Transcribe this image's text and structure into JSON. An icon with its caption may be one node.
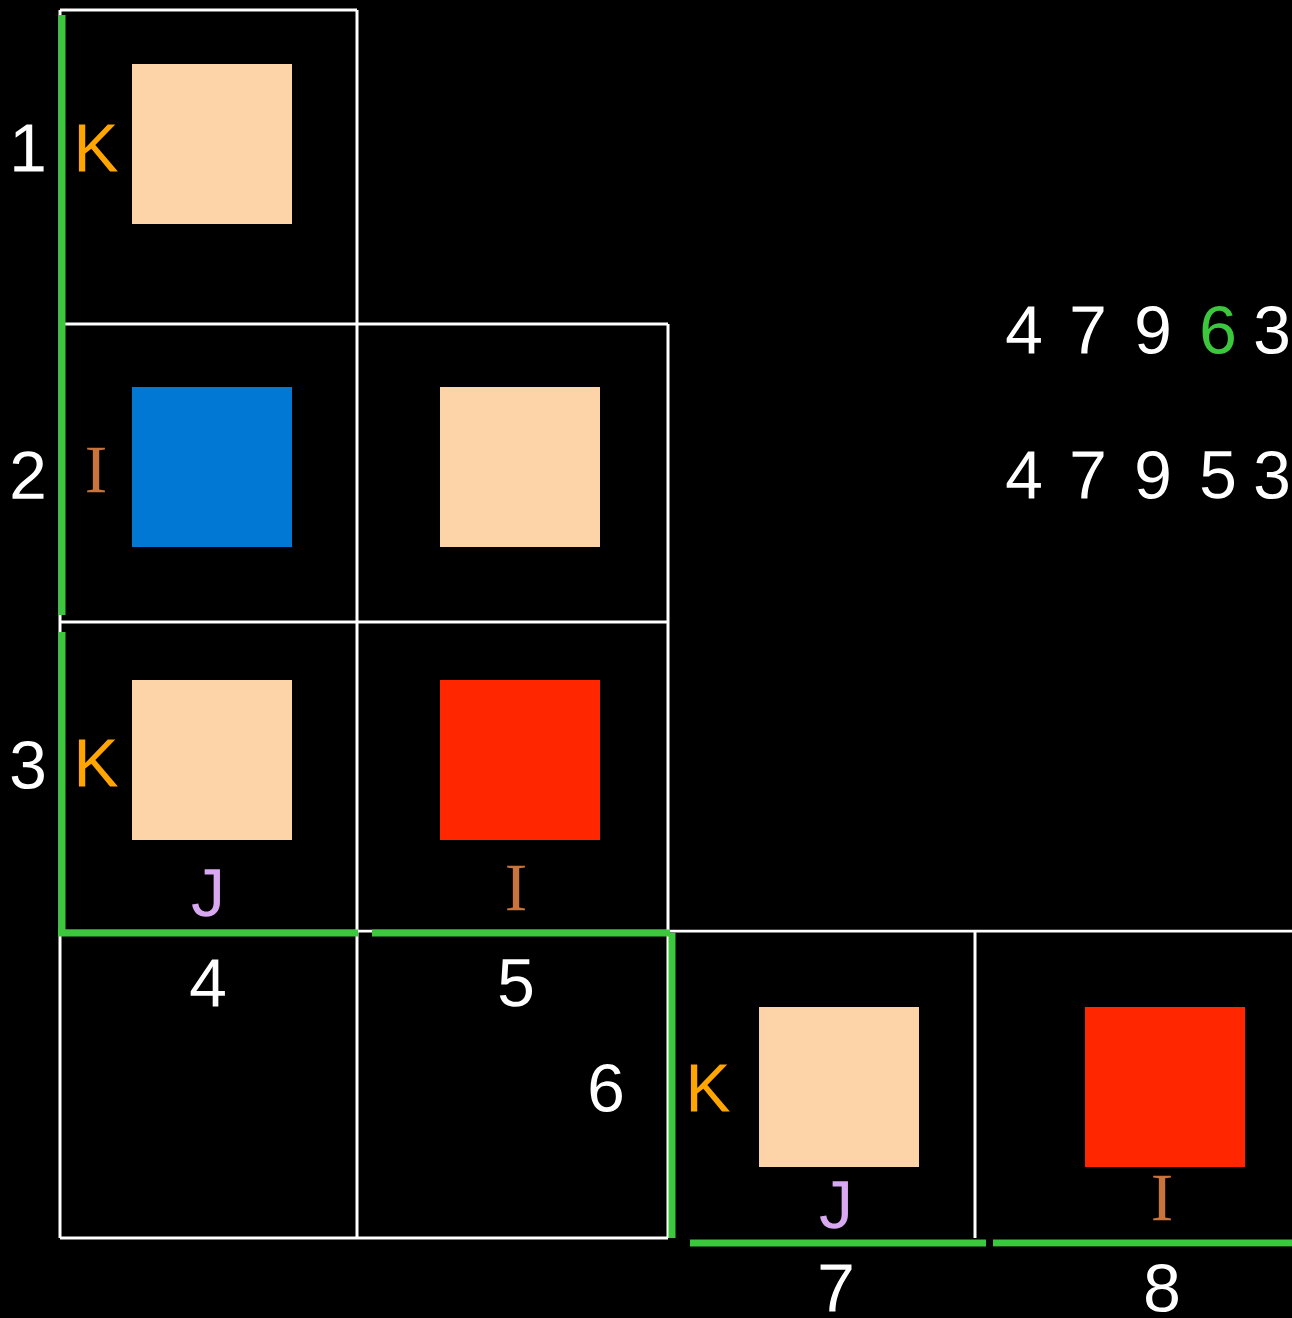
{
  "diagram": {
    "nodes": [
      {
        "text": [],
        "shape": "box"
      },
      {
        "text": [],
        "shape": "box"
      },
      {
        "text": [],
        "shape": "box"
      },
      {
        "text": [],
        "shape": "box"
      },
      {
        "text": [],
        "shape": "box"
      },
      {
        "text": [],
        "shape": "box"
      },
      {
        "text": [],
        "shape": "box"
      }
    ],
    "labels": [
      "1",
      "K",
      "4",
      "7",
      "9",
      "6",
      "3",
      "2",
      "I",
      "4",
      "7",
      "9",
      "5",
      "3",
      "3",
      "K",
      "J",
      "I",
      "4",
      "5",
      "6",
      "K",
      "J",
      "I",
      "7",
      "8"
    ]
  }
}
